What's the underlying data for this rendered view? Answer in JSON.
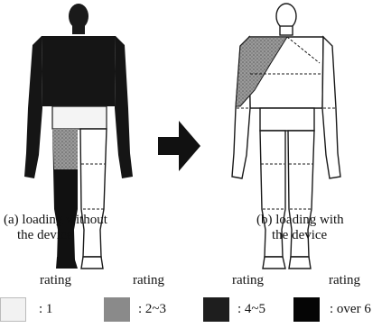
{
  "figure": {
    "panel_a": {
      "caption_line1": "(a) loading without",
      "caption_line2": "the device"
    },
    "panel_b": {
      "caption_line1": "(b) loading with",
      "caption_line2": "the device"
    },
    "legend": {
      "items": [
        {
          "header": "rating",
          "label": ": 1",
          "color": "#f2f2f2"
        },
        {
          "header": "rating",
          "label": ": 2~3",
          "color": "#8a8a8a"
        },
        {
          "header": "rating",
          "label": ": 4~5",
          "color": "#1e1e1e"
        },
        {
          "header": "rating",
          "label": ": over 6",
          "color": "#050505"
        }
      ]
    },
    "colors": {
      "outline": "#1a1a1a",
      "body_white": "#ffffff",
      "arrow": "#111111"
    }
  }
}
